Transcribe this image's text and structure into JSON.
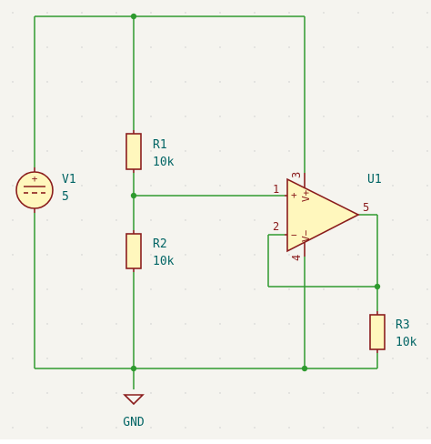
{
  "schematic": {
    "v1": {
      "ref": "V1",
      "value": "5"
    },
    "r1": {
      "ref": "R1",
      "value": "10k"
    },
    "r2": {
      "ref": "R2",
      "value": "10k"
    },
    "r3": {
      "ref": "R3",
      "value": "10k"
    },
    "u1": {
      "ref": "U1",
      "pins": {
        "non_inverting": "1",
        "inverting": "2",
        "vplus": "3",
        "vminus": "4",
        "output": "5"
      },
      "labels": {
        "non_inverting": "+",
        "inverting": "−",
        "vplus": "V+",
        "vminus": "V−"
      }
    },
    "v1_symbol": {
      "plus": "+"
    },
    "ground": {
      "label": "GND"
    }
  },
  "colors": {
    "wire": "#2e9a2e",
    "component": "#8a1c1c",
    "component_fill": "#fff7bd",
    "reference_text": "#006464",
    "background": "#f5f4ef"
  }
}
